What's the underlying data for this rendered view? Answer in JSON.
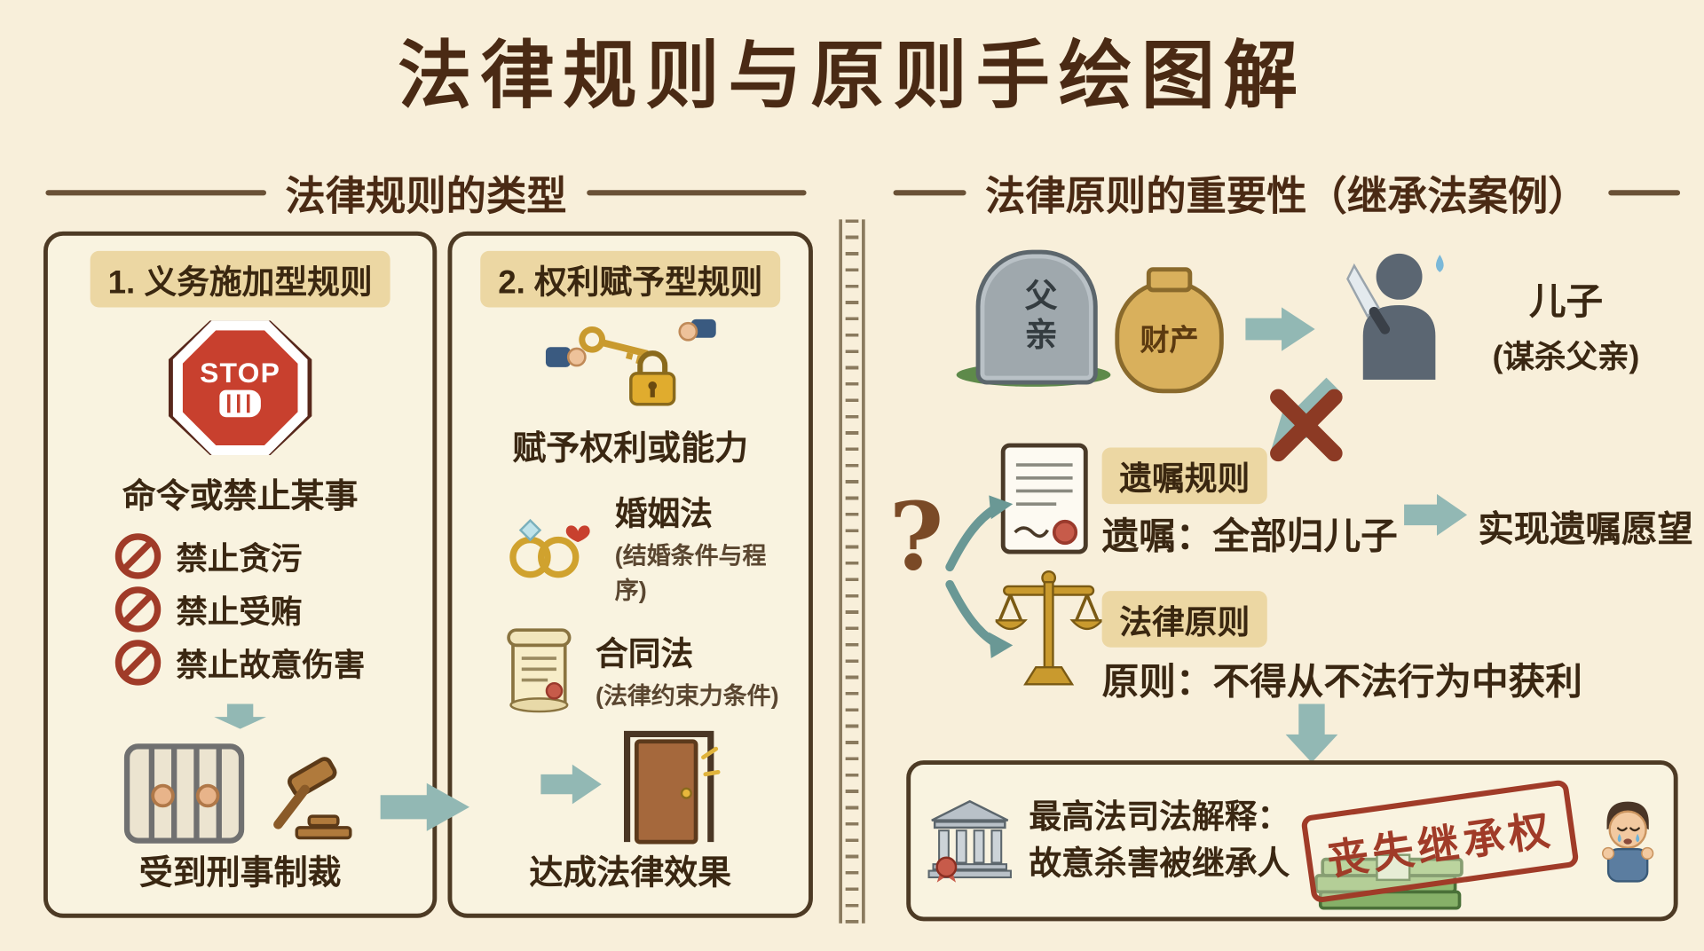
{
  "title": "法律规则与原则手绘图解",
  "left_section": {
    "header": "法律规则的类型"
  },
  "right_section": {
    "header": "法律原则的重要性（继承法案例）",
    "tombstone_label": "父亲",
    "moneybag_label": "财产",
    "son_title": "儿子",
    "son_sub": "(谋杀父亲)",
    "will_badge": "遗嘱规则",
    "will_text": "遗嘱：全部归儿子",
    "will_outcome": "实现遗嘱愿望",
    "question_mark": "?",
    "principle_badge": "法律原则",
    "principle_text": "原则：不得从不法行为中获利",
    "bottom": {
      "line1": "最高法司法解释：",
      "line2": "故意杀害被继承人",
      "stamp": "丧失继承权"
    }
  },
  "box1": {
    "badge": "1. 义务施加型规则",
    "stop_label": "STOP",
    "desc": "命令或禁止某事",
    "items": [
      "禁止贪污",
      "禁止受贿",
      "禁止故意伤害"
    ],
    "result": "受到刑事制裁"
  },
  "box2": {
    "badge": "2. 权利赋予型规则",
    "desc": "赋予权利或能力",
    "items": [
      {
        "title": "婚姻法",
        "sub": "(结婚条件与程序)"
      },
      {
        "title": "合同法",
        "sub": "(法律约束力条件)"
      }
    ],
    "result": "达成法律效果"
  },
  "colors": {
    "background": "#f8efda",
    "ink": "#4a2a14",
    "badge": "#ecd7a3",
    "teal_arrow": "#92b8b4",
    "stop_red": "#c8402e",
    "stamp_red": "#a03b28",
    "gold": "#c99a2e"
  }
}
